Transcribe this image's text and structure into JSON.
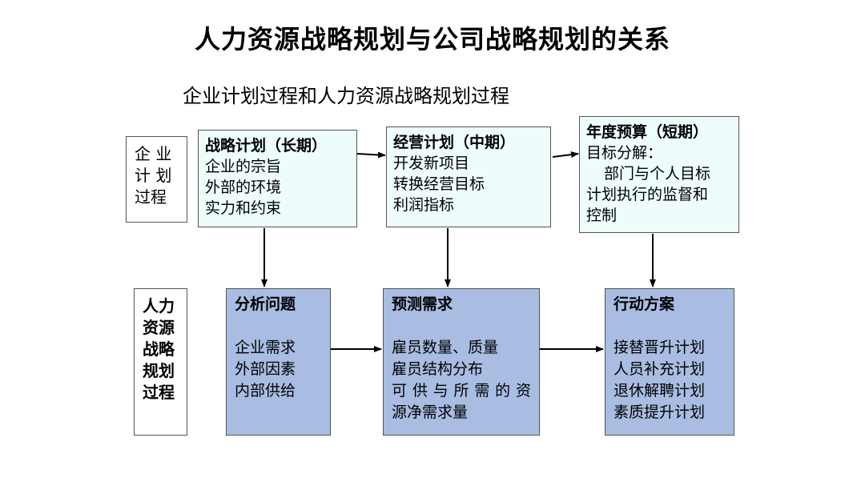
{
  "title": "人力资源战略规划与公司战略规划的关系",
  "subtitle": "企业计划过程和人力资源战略规划过程",
  "row_labels": {
    "top": [
      "企 业",
      "计 划",
      "过程"
    ],
    "bottom": [
      "人力",
      "资源",
      "战略",
      "规划",
      "过程"
    ]
  },
  "top_boxes": [
    {
      "heading": "战略计划（长期）",
      "lines": [
        "企业的宗旨",
        "外部的环境",
        "实力和约束"
      ]
    },
    {
      "heading": "经营计划（中期）",
      "lines": [
        "开发新项目",
        "转换经营目标",
        "利润指标"
      ]
    },
    {
      "heading": "年度预算（短期）",
      "lines": [
        "目标分解：",
        "部门与个人目标",
        "计划执行的监督和",
        "控制"
      ]
    }
  ],
  "bottom_boxes": [
    {
      "heading": "分析问题",
      "lines": [
        "企业需求",
        "外部因素",
        "内部供给"
      ]
    },
    {
      "heading": "预测需求",
      "lines": [
        "雇员数量、质量",
        "雇员结构分布",
        "可供与所需的资",
        "源净需求量"
      ]
    },
    {
      "heading": "行动方案",
      "lines": [
        "接替晋升计划",
        "人员补充计划",
        "退休解聘计划",
        "素质提升计划"
      ]
    }
  ]
}
